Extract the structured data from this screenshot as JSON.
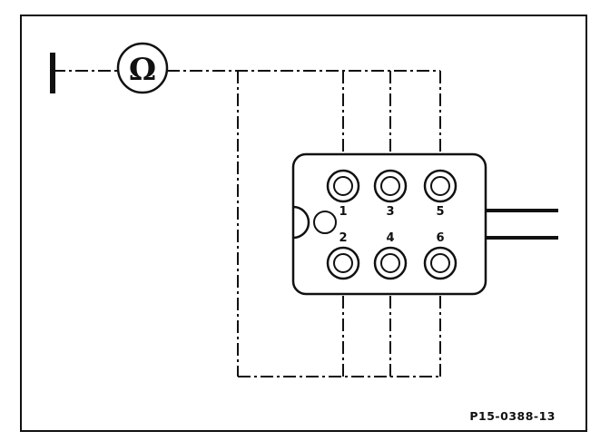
{
  "meter": {
    "symbol": "Ω",
    "icon": "ohmmeter-icon"
  },
  "connector": {
    "pins": [
      {
        "label": "1",
        "row": "top"
      },
      {
        "label": "3",
        "row": "top"
      },
      {
        "label": "5",
        "row": "top"
      },
      {
        "label": "2",
        "row": "bottom"
      },
      {
        "label": "4",
        "row": "bottom"
      },
      {
        "label": "6",
        "row": "bottom"
      }
    ]
  },
  "reference_code": "P15-0388-13"
}
